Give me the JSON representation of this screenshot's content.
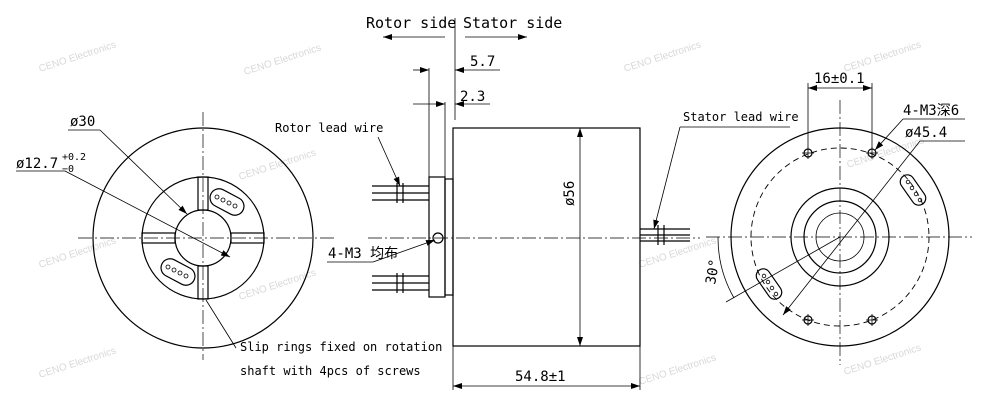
{
  "labels": {
    "rotor_side": "Rotor side",
    "stator_side": "Stator side",
    "rotor_lead_wire": "Rotor lead wire",
    "stator_lead_wire": "Stator lead wire",
    "mount_holes_front": "4-M3 均布",
    "mount_holes_back": "4-M3深6",
    "slip_note_line1": "Slip rings fixed on rotation",
    "slip_note_line2": "shaft with 4pcs of screws"
  },
  "dimensions": {
    "outer_dia": "ø30",
    "bore_dia_main": "ø12.7",
    "bore_tol_upper": "+0.2",
    "bore_tol_lower": "−0",
    "flange_offset": "5.7",
    "flange_thickness": "2.3",
    "body_dia": "ø56",
    "body_length": "54.8±1",
    "hole_spacing": "16±0.1",
    "pcd": "ø45.4",
    "angle": "30°"
  },
  "watermark": "CENO Electronics"
}
